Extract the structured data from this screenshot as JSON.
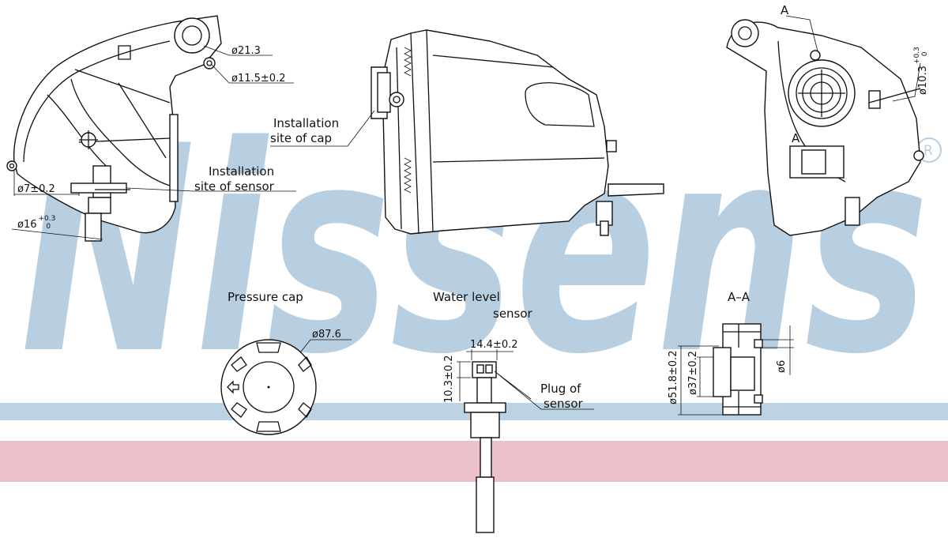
{
  "brand": {
    "watermark": "Nissens",
    "trademark": "®",
    "colors": {
      "watermark_blue": "#b7cfe0",
      "band_blue": "#bcd3e3",
      "band_pink": "#ecc1cb"
    }
  },
  "views": {
    "left": {
      "dims": {
        "d21_3": "ø21.3",
        "d11_5": "ø11.5±0.2",
        "d7": "ø7±0.2",
        "d16": "ø16",
        "d16_tol": "+0.3",
        "d16_tol0": "0"
      },
      "labels": {
        "sensor_site_1": "Installation",
        "sensor_site_2": "site of sensor"
      }
    },
    "center": {
      "labels": {
        "cap_site_1": "Installation",
        "cap_site_2": "site of cap"
      }
    },
    "right": {
      "section_a_top": "A",
      "section_a_bottom": "A",
      "dims": {
        "d10_3": "ø10.3",
        "d10_3_tol": "+0.3",
        "d10_3_tol0": "0"
      }
    }
  },
  "pressure_cap": {
    "title": "Pressure cap",
    "dim": "ø87.6"
  },
  "water_level_sensor": {
    "title_1": "Water level",
    "title_2": "sensor",
    "dim_w": "14.4±0.2",
    "dim_h": "10.3±0.2",
    "plug_1": "Plug of",
    "plug_2": "sensor"
  },
  "section_aa": {
    "title": "A–A",
    "dim_a": "ø51.8±0.2",
    "dim_b": "ø37±0.2",
    "dim_c": "ø6"
  }
}
